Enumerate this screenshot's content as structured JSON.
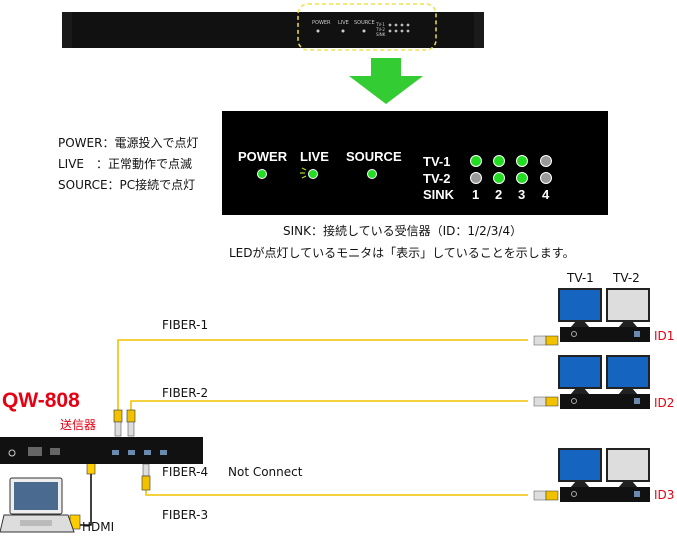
{
  "top_note": {
    "power": "POWER：電源投入で点灯",
    "live": "LIVE　：正常動作で点滅",
    "source": "SOURCE：PC接続で点灯"
  },
  "panel": {
    "power": "POWER",
    "live": "LIVE",
    "source": "SOURCE",
    "tv1": "TV-1",
    "tv2": "TV-2",
    "sink": "SINK",
    "nums": [
      "1",
      "2",
      "3",
      "4"
    ]
  },
  "mini_panel": {
    "power": "POWER",
    "live": "LIVE",
    "source": "SOURCE",
    "tv1": "TV-1",
    "tv2": "TV-2",
    "sink": "SINK"
  },
  "sink_note": "SINK：接続している受信器（ID：1/2/3/4）",
  "led_note": "LEDが点灯しているモニタは「表示」していることを示します。",
  "tv_headers": {
    "tv1": "TV-1",
    "tv2": "TV-2"
  },
  "device": {
    "model": "QW-808",
    "role": "送信器"
  },
  "fibers": {
    "f1": "FIBER-1",
    "f2": "FIBER-2",
    "f4": "FIBER-4",
    "f4_status": "Not Connect",
    "f3": "FIBER-3"
  },
  "hdmi": "HDMI",
  "ids": [
    "ID1",
    "ID2",
    "ID3"
  ],
  "colors": {
    "led_green": "#22dd22",
    "led_off": "#9a9a9a",
    "fiber": "#f2c200",
    "arrow": "#33cc33",
    "screen_on": "#1565c0",
    "accent_red": "#e60012"
  }
}
